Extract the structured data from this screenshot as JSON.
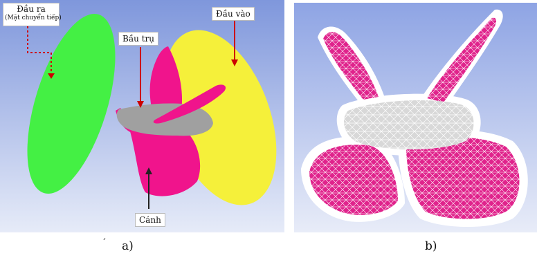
{
  "panel_a": {
    "labels": {
      "outlet": "Đầu ra",
      "outlet_sub": "(Mặt chuyển tiếp)",
      "hub": "Bầu trụ",
      "inlet": "Đầu vào",
      "blade": "Cánh"
    },
    "caption": "a)",
    "colors": {
      "outlet": "#44f044",
      "inlet": "#f5f03a",
      "hub": "#a0a0a0",
      "blade": "#f0148c",
      "bg_top": "#7f97dc",
      "bg_bottom": "#e6ebf8",
      "arrow": "#cc0000"
    }
  },
  "panel_b": {
    "caption": "b)",
    "colors": {
      "mesh_blade": "#e0238c",
      "mesh_hub": "#d8d8d8",
      "bg_top": "#8ea4e4",
      "bg_bottom": "#e8ecf8"
    }
  },
  "stray_mark": "´"
}
